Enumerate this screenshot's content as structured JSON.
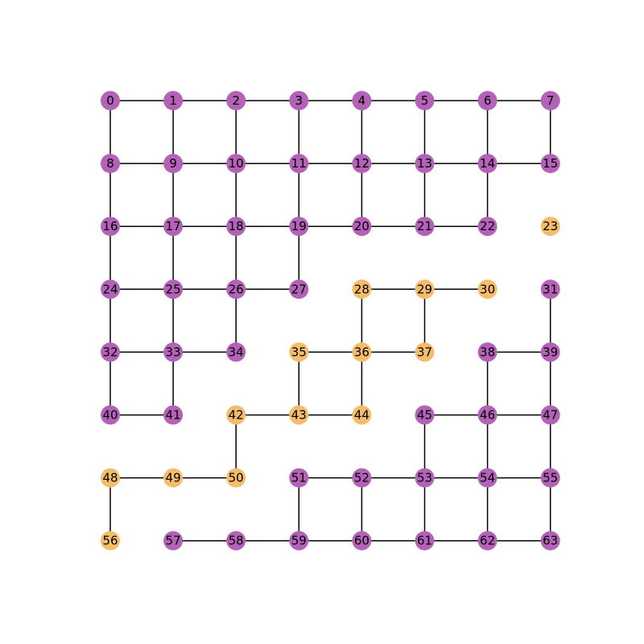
{
  "graph": {
    "grid_rows": 8,
    "grid_cols": 8,
    "colors": {
      "purple": "#b362b8",
      "orange": "#f4bd6c",
      "edge": "#000000"
    },
    "orange_nodes": [
      23,
      28,
      29,
      30,
      35,
      36,
      37,
      42,
      43,
      44,
      48,
      49,
      50,
      56
    ],
    "nodes": [
      {
        "id": 0,
        "label": "0"
      },
      {
        "id": 1,
        "label": "1"
      },
      {
        "id": 2,
        "label": "2"
      },
      {
        "id": 3,
        "label": "3"
      },
      {
        "id": 4,
        "label": "4"
      },
      {
        "id": 5,
        "label": "5"
      },
      {
        "id": 6,
        "label": "6"
      },
      {
        "id": 7,
        "label": "7"
      },
      {
        "id": 8,
        "label": "8"
      },
      {
        "id": 9,
        "label": "9"
      },
      {
        "id": 10,
        "label": "10"
      },
      {
        "id": 11,
        "label": "11"
      },
      {
        "id": 12,
        "label": "12"
      },
      {
        "id": 13,
        "label": "13"
      },
      {
        "id": 14,
        "label": "14"
      },
      {
        "id": 15,
        "label": "15"
      },
      {
        "id": 16,
        "label": "16"
      },
      {
        "id": 17,
        "label": "17"
      },
      {
        "id": 18,
        "label": "18"
      },
      {
        "id": 19,
        "label": "19"
      },
      {
        "id": 20,
        "label": "20"
      },
      {
        "id": 21,
        "label": "21"
      },
      {
        "id": 22,
        "label": "22"
      },
      {
        "id": 23,
        "label": "23"
      },
      {
        "id": 24,
        "label": "24"
      },
      {
        "id": 25,
        "label": "25"
      },
      {
        "id": 26,
        "label": "26"
      },
      {
        "id": 27,
        "label": "27"
      },
      {
        "id": 28,
        "label": "28"
      },
      {
        "id": 29,
        "label": "29"
      },
      {
        "id": 30,
        "label": "30"
      },
      {
        "id": 31,
        "label": "31"
      },
      {
        "id": 32,
        "label": "32"
      },
      {
        "id": 33,
        "label": "33"
      },
      {
        "id": 34,
        "label": "34"
      },
      {
        "id": 35,
        "label": "35"
      },
      {
        "id": 36,
        "label": "36"
      },
      {
        "id": 37,
        "label": "37"
      },
      {
        "id": 38,
        "label": "38"
      },
      {
        "id": 39,
        "label": "39"
      },
      {
        "id": 40,
        "label": "40"
      },
      {
        "id": 41,
        "label": "41"
      },
      {
        "id": 42,
        "label": "42"
      },
      {
        "id": 43,
        "label": "43"
      },
      {
        "id": 44,
        "label": "44"
      },
      {
        "id": 45,
        "label": "45"
      },
      {
        "id": 46,
        "label": "46"
      },
      {
        "id": 47,
        "label": "47"
      },
      {
        "id": 48,
        "label": "48"
      },
      {
        "id": 49,
        "label": "49"
      },
      {
        "id": 50,
        "label": "50"
      },
      {
        "id": 51,
        "label": "51"
      },
      {
        "id": 52,
        "label": "52"
      },
      {
        "id": 53,
        "label": "53"
      },
      {
        "id": 54,
        "label": "54"
      },
      {
        "id": 55,
        "label": "55"
      },
      {
        "id": 56,
        "label": "56"
      },
      {
        "id": 57,
        "label": "57"
      },
      {
        "id": 58,
        "label": "58"
      },
      {
        "id": 59,
        "label": "59"
      },
      {
        "id": 60,
        "label": "60"
      },
      {
        "id": 61,
        "label": "61"
      },
      {
        "id": 62,
        "label": "62"
      },
      {
        "id": 63,
        "label": "63"
      }
    ],
    "edges": [
      [
        0,
        1
      ],
      [
        1,
        2
      ],
      [
        2,
        3
      ],
      [
        3,
        4
      ],
      [
        4,
        5
      ],
      [
        5,
        6
      ],
      [
        6,
        7
      ],
      [
        0,
        8
      ],
      [
        1,
        9
      ],
      [
        2,
        10
      ],
      [
        3,
        11
      ],
      [
        4,
        12
      ],
      [
        5,
        13
      ],
      [
        6,
        14
      ],
      [
        7,
        15
      ],
      [
        8,
        9
      ],
      [
        9,
        10
      ],
      [
        10,
        11
      ],
      [
        11,
        12
      ],
      [
        12,
        13
      ],
      [
        13,
        14
      ],
      [
        14,
        15
      ],
      [
        8,
        16
      ],
      [
        9,
        17
      ],
      [
        10,
        18
      ],
      [
        11,
        19
      ],
      [
        12,
        20
      ],
      [
        13,
        21
      ],
      [
        14,
        22
      ],
      [
        16,
        17
      ],
      [
        17,
        18
      ],
      [
        18,
        19
      ],
      [
        19,
        20
      ],
      [
        20,
        21
      ],
      [
        21,
        22
      ],
      [
        16,
        24
      ],
      [
        17,
        25
      ],
      [
        18,
        26
      ],
      [
        19,
        27
      ],
      [
        24,
        25
      ],
      [
        25,
        26
      ],
      [
        26,
        27
      ],
      [
        28,
        29
      ],
      [
        29,
        30
      ],
      [
        24,
        32
      ],
      [
        25,
        33
      ],
      [
        26,
        34
      ],
      [
        28,
        36
      ],
      [
        29,
        37
      ],
      [
        31,
        39
      ],
      [
        32,
        33
      ],
      [
        33,
        34
      ],
      [
        35,
        36
      ],
      [
        36,
        37
      ],
      [
        38,
        39
      ],
      [
        32,
        40
      ],
      [
        33,
        41
      ],
      [
        35,
        43
      ],
      [
        36,
        44
      ],
      [
        38,
        46
      ],
      [
        39,
        47
      ],
      [
        40,
        41
      ],
      [
        42,
        43
      ],
      [
        43,
        44
      ],
      [
        45,
        46
      ],
      [
        46,
        47
      ],
      [
        42,
        50
      ],
      [
        45,
        53
      ],
      [
        46,
        54
      ],
      [
        47,
        55
      ],
      [
        48,
        49
      ],
      [
        49,
        50
      ],
      [
        51,
        52
      ],
      [
        52,
        53
      ],
      [
        53,
        54
      ],
      [
        54,
        55
      ],
      [
        48,
        56
      ],
      [
        51,
        59
      ],
      [
        52,
        60
      ],
      [
        53,
        61
      ],
      [
        54,
        62
      ],
      [
        55,
        63
      ],
      [
        57,
        58
      ],
      [
        58,
        59
      ],
      [
        59,
        60
      ],
      [
        60,
        61
      ],
      [
        61,
        62
      ],
      [
        62,
        63
      ]
    ]
  }
}
